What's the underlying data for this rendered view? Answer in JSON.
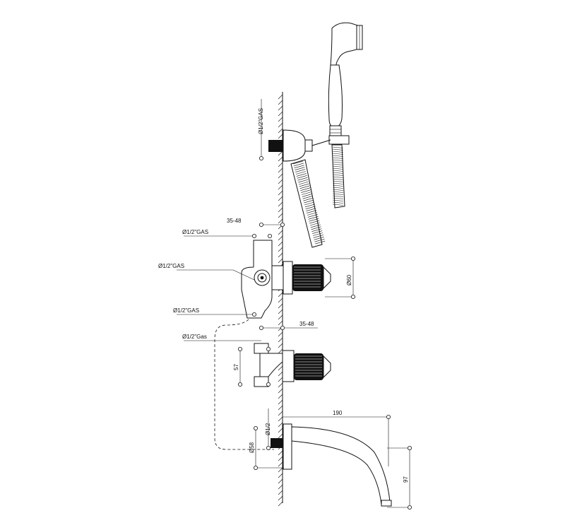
{
  "labels": {
    "shower_inlet": "Ø1/2\"GAS",
    "mixer_depth_top": "35-48",
    "mixer_inlet_top": "Ø1/2\"GAS",
    "mixer_inlet_mid": "Ø1/2\"GAS",
    "mixer_outlet_bottom": "Ø1/2\"GAS",
    "handle_diameter": "Ø60",
    "valve_depth": "35-48",
    "valve_inlet": "Ø1/2\"Gas",
    "valve_height": "57",
    "spout_length": "190",
    "spout_inlet": "Ø1/2",
    "spout_flange": "Ø58",
    "spout_height": "97"
  }
}
